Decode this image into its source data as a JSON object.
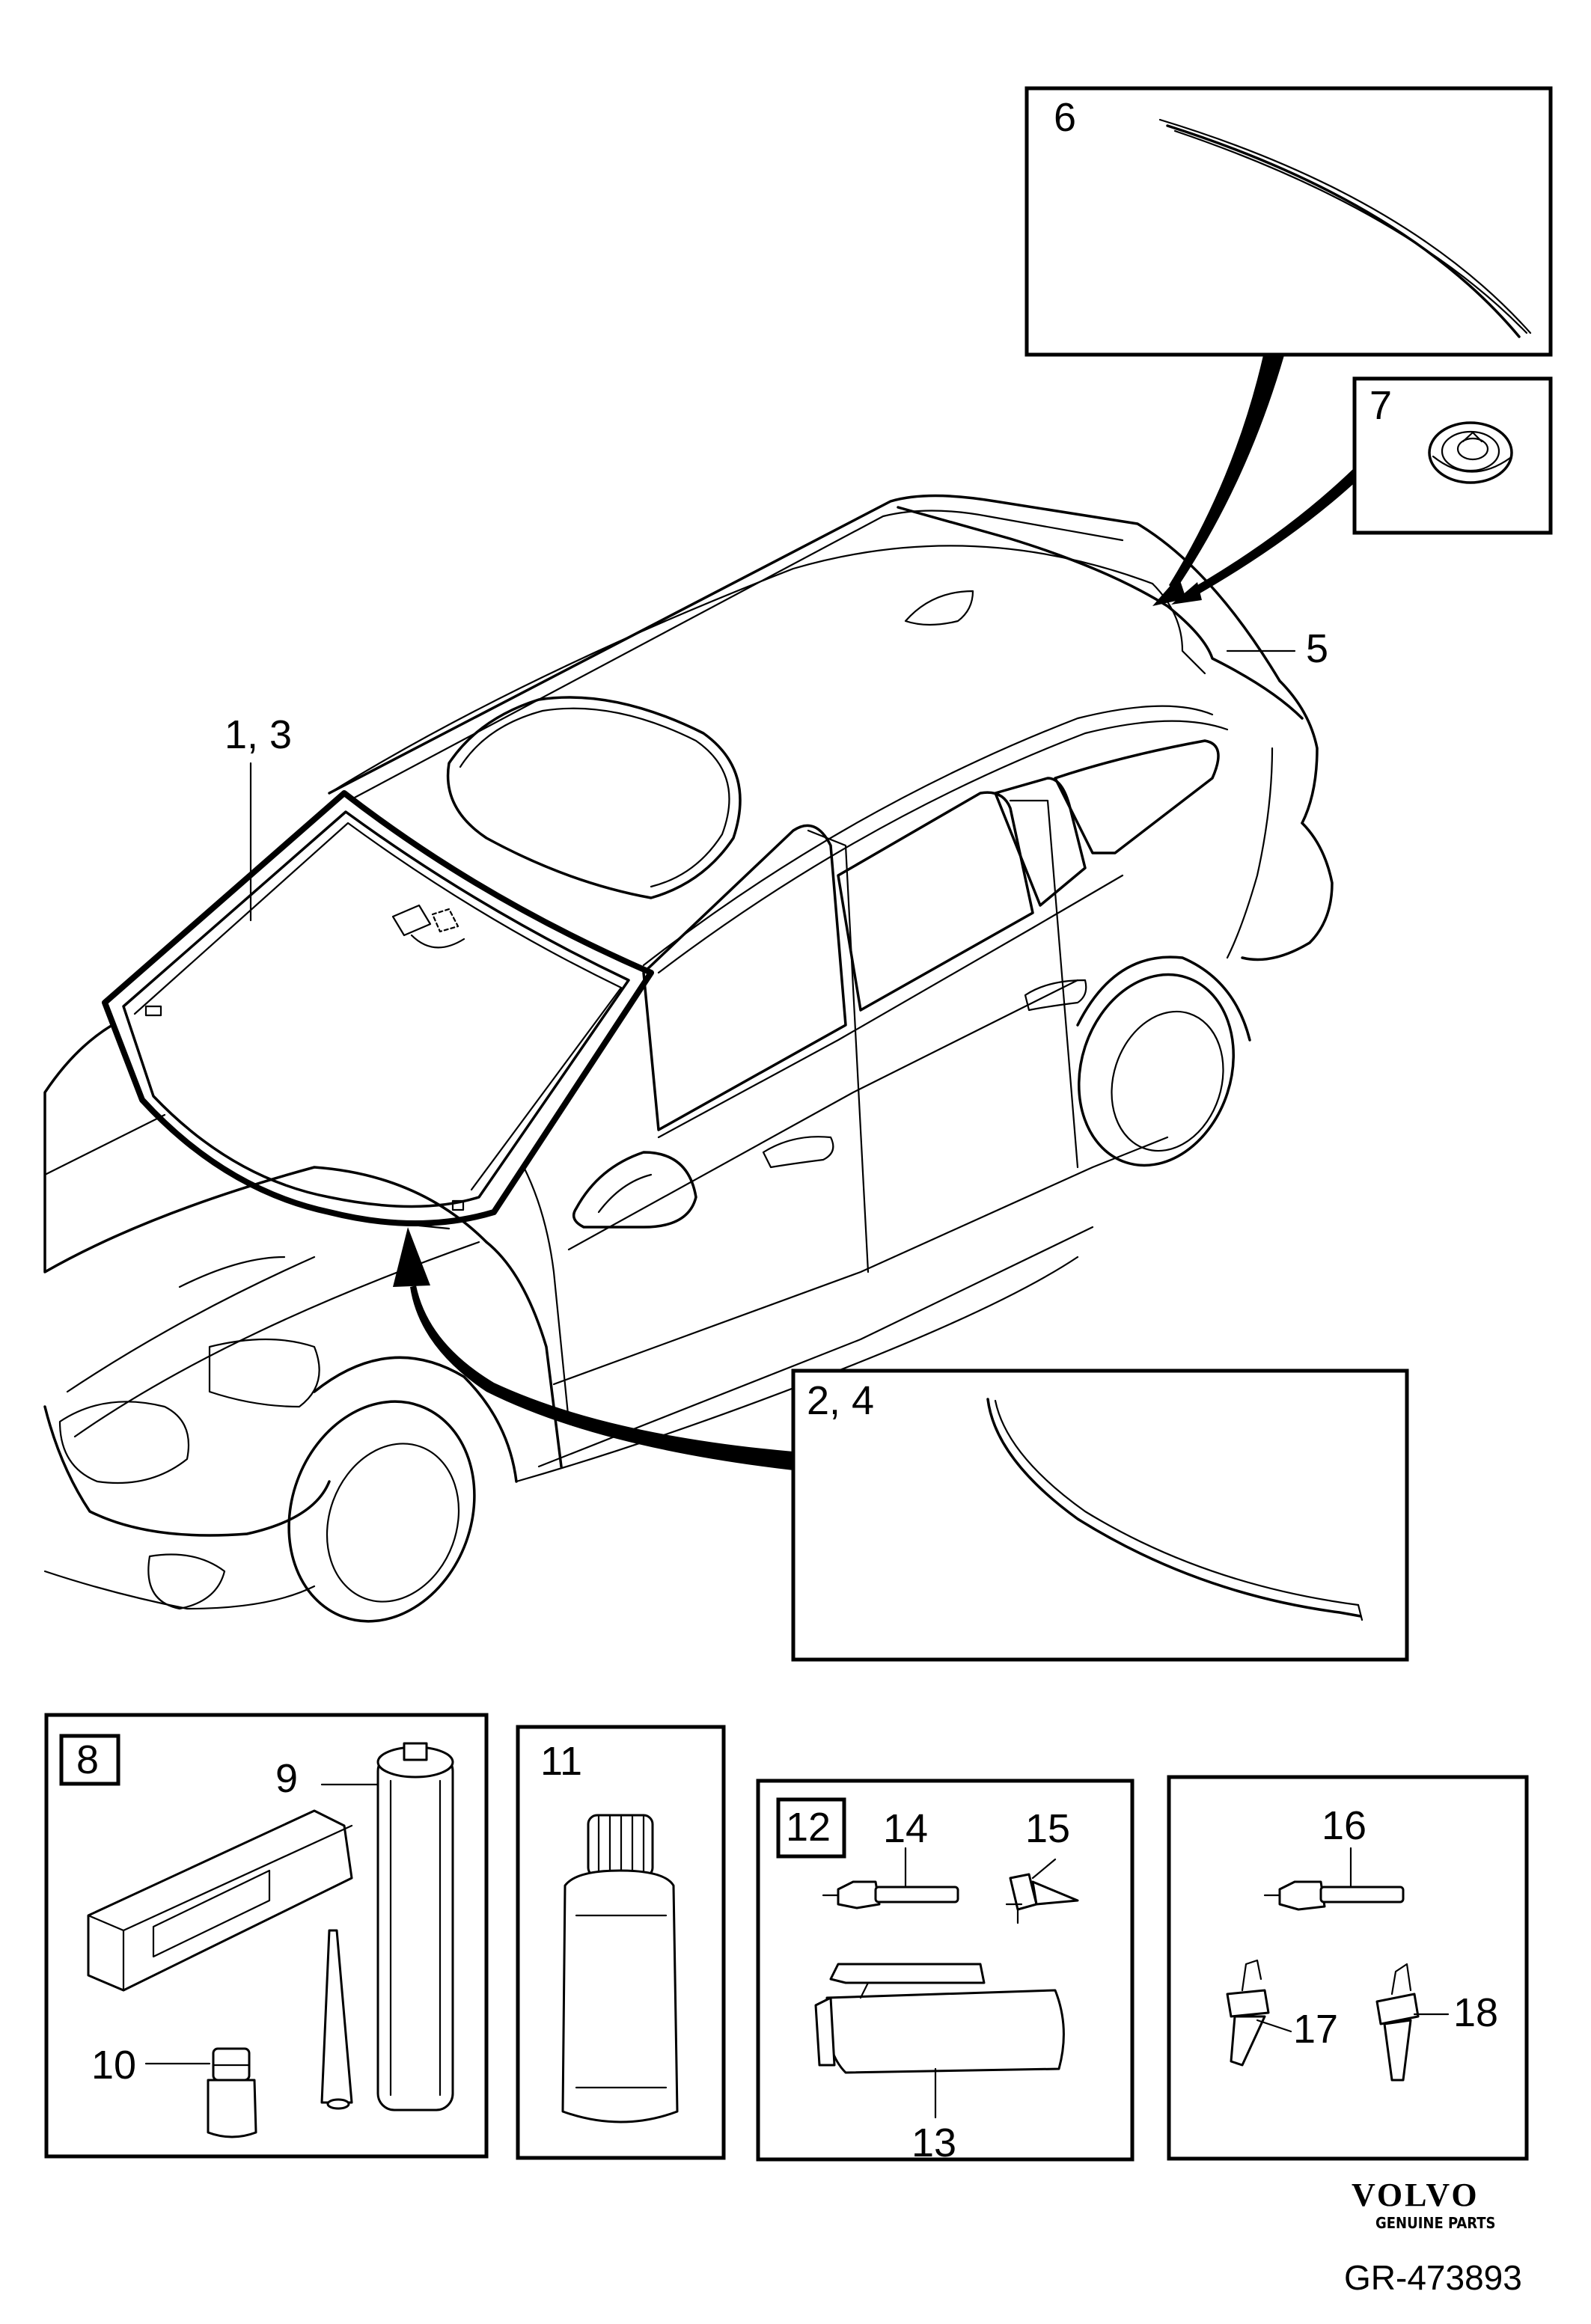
{
  "callouts": {
    "c1_3": "1, 3",
    "c2_4": "2, 4",
    "c5": "5",
    "c6": "6",
    "c7": "7",
    "c8": "8",
    "c9": "9",
    "c10": "10",
    "c11": "11",
    "c12": "12",
    "c13": "13",
    "c14": "14",
    "c15": "15",
    "c16": "16",
    "c17": "17",
    "c18": "18"
  },
  "brand": {
    "name": "VOLVO",
    "tagline": "GENUINE PARTS"
  },
  "drawing_number": "GR-473893"
}
